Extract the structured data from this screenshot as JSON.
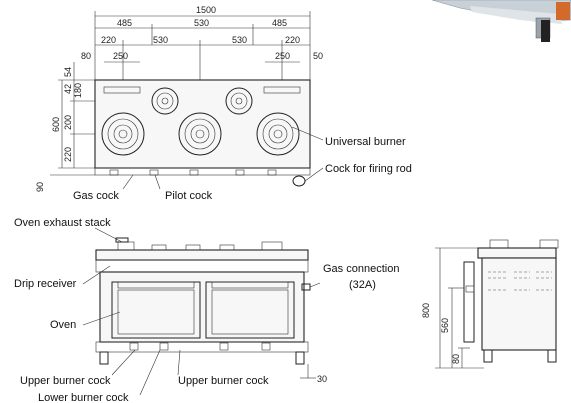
{
  "top_dims": {
    "overall": "1500",
    "s485_left": "485",
    "s530_mid": "530",
    "s485_right": "485",
    "s220_left": "220",
    "s530_a": "530",
    "s530_b": "530",
    "s220_right": "220",
    "s250_left": "250",
    "s250_right": "250",
    "s80_left": "80",
    "s50_right": "50"
  },
  "left_dims": {
    "v54": "54",
    "v42": "42",
    "v180": "180",
    "v200": "200",
    "v600": "600",
    "v220": "220",
    "v90": "90"
  },
  "front_dims": {
    "d30": "30"
  },
  "side_dims": {
    "d800": "800",
    "d560": "560",
    "d80": "80"
  },
  "labels": {
    "universal_burner": "Universal burner",
    "cock_for_firing_rod": "Cock for firing rod",
    "gas_cock": "Gas cock",
    "pilot_cock": "Pilot cock",
    "oven_exhaust_stack": "Oven exhaust stack",
    "drip_receiver": "Drip receiver",
    "oven": "Oven",
    "upper_burner_cock_left": "Upper burner cock",
    "upper_burner_cock_right": "Upper burner cock",
    "lower_burner_cock": "Lower burner cock",
    "gas_connection": "Gas connection",
    "gas_connection_size": "(32A)"
  }
}
